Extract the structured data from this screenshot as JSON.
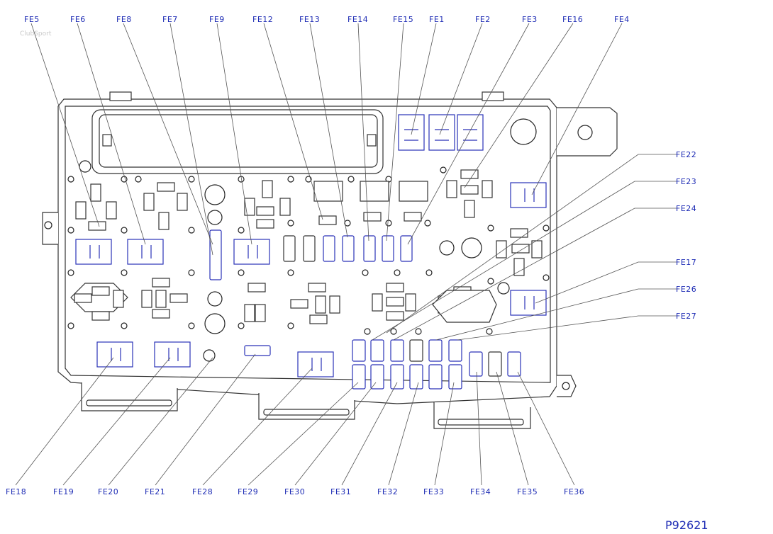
{
  "watermark": "ClubSport",
  "reference": "P92621",
  "highlight_color": "#e0202a",
  "label_color": "#1f2db5",
  "top_labels": [
    "FE5",
    "FE6",
    "FE8",
    "FE7",
    "FE9",
    "FE12",
    "FE13",
    "FE14",
    "FE15",
    "FE1",
    "FE2",
    "FE3",
    "FE16",
    "FE4"
  ],
  "right_labels": [
    "FE22",
    "FE23",
    "FE24",
    "FE17",
    "FE26",
    "FE27"
  ],
  "bottom_labels": [
    "FE18",
    "FE19",
    "FE20",
    "FE21",
    "FE28",
    "FE29",
    "FE30",
    "FE31",
    "FE32",
    "FE33",
    "FE34",
    "FE35",
    "FE36"
  ],
  "highlighted_fuse": "FE35"
}
